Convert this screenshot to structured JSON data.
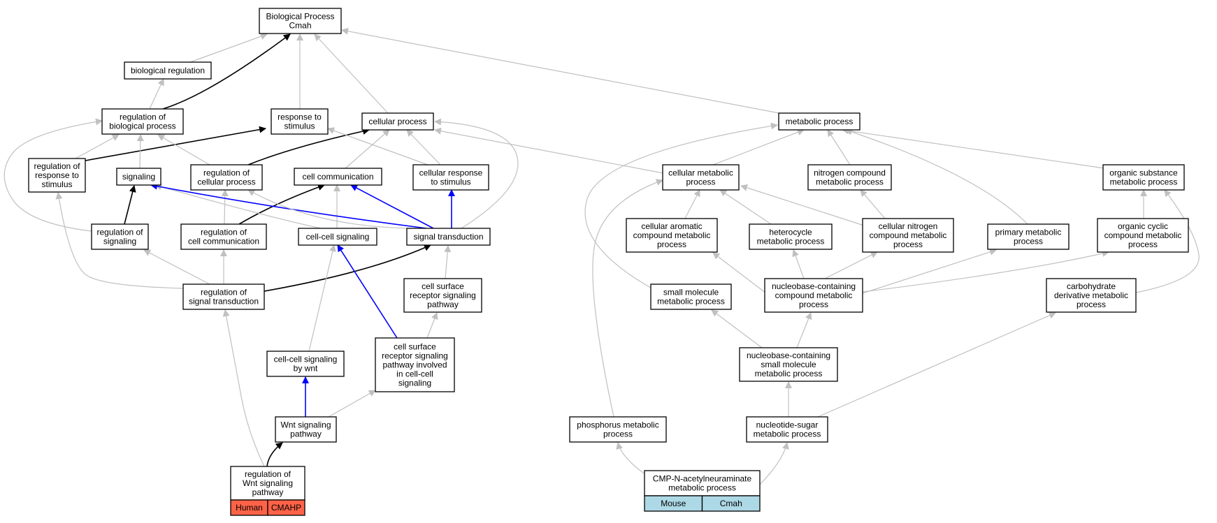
{
  "colors": {
    "gray_edge": "#c0c0c0",
    "black_edge": "#000000",
    "blue_edge": "#0000ff",
    "human_fill": "#ff6347",
    "mouse_fill": "#add8e6",
    "node_fill": "#ffffff",
    "node_border": "#000000"
  },
  "nodes": [
    {
      "id": "bp",
      "lines": [
        "Biological Process",
        "Cmah"
      ]
    },
    {
      "id": "biolreg",
      "lines": [
        "biological regulation"
      ]
    },
    {
      "id": "regbp",
      "lines": [
        "regulation of",
        "biological process"
      ]
    },
    {
      "id": "resp",
      "lines": [
        "response to",
        "stimulus"
      ]
    },
    {
      "id": "cellproc",
      "lines": [
        "cellular process"
      ]
    },
    {
      "id": "metab",
      "lines": [
        "metabolic process"
      ]
    },
    {
      "id": "regresp",
      "lines": [
        "regulation of",
        "response to",
        "stimulus"
      ]
    },
    {
      "id": "signaling",
      "lines": [
        "signaling"
      ]
    },
    {
      "id": "regcp",
      "lines": [
        "regulation of",
        "cellular process"
      ]
    },
    {
      "id": "cellcomm",
      "lines": [
        "cell communication"
      ]
    },
    {
      "id": "cellresp",
      "lines": [
        "cellular response",
        "to stimulus"
      ]
    },
    {
      "id": "cellmet",
      "lines": [
        "cellular metabolic",
        "process"
      ]
    },
    {
      "id": "nitro",
      "lines": [
        "nitrogen compound",
        "metabolic process"
      ]
    },
    {
      "id": "orgsub",
      "lines": [
        "organic substance",
        "metabolic process"
      ]
    },
    {
      "id": "regsig",
      "lines": [
        "regulation of",
        "signaling"
      ]
    },
    {
      "id": "regcc",
      "lines": [
        "regulation of",
        "cell communication"
      ]
    },
    {
      "id": "ccsig",
      "lines": [
        "cell-cell signaling"
      ]
    },
    {
      "id": "sigtrans",
      "lines": [
        "signal transduction"
      ]
    },
    {
      "id": "cellarom",
      "lines": [
        "cellular aromatic",
        "compound metabolic",
        "process"
      ]
    },
    {
      "id": "hetero",
      "lines": [
        "heterocycle",
        "metabolic process"
      ]
    },
    {
      "id": "cellnitro",
      "lines": [
        "cellular nitrogen",
        "compound metabolic",
        "process"
      ]
    },
    {
      "id": "primary",
      "lines": [
        "primary metabolic",
        "process"
      ]
    },
    {
      "id": "orgcyc",
      "lines": [
        "organic cyclic",
        "compound metabolic",
        "process"
      ]
    },
    {
      "id": "regst",
      "lines": [
        "regulation of",
        "signal transduction"
      ]
    },
    {
      "id": "csrsp",
      "lines": [
        "cell surface",
        "receptor signaling",
        "pathway"
      ]
    },
    {
      "id": "smallmol",
      "lines": [
        "small molecule",
        "metabolic process"
      ]
    },
    {
      "id": "nbcomp",
      "lines": [
        "nucleobase-containing",
        "compound metabolic",
        "process"
      ]
    },
    {
      "id": "carbo",
      "lines": [
        "carbohydrate",
        "derivative metabolic",
        "process"
      ]
    },
    {
      "id": "csrsp_cc",
      "lines": [
        "cell surface",
        "receptor signaling",
        "pathway involved",
        "in cell-cell",
        "signaling"
      ]
    },
    {
      "id": "ccwnt",
      "lines": [
        "cell-cell signaling",
        "by wnt"
      ]
    },
    {
      "id": "nbsmall",
      "lines": [
        "nucleobase-containing",
        "small molecule",
        "metabolic process"
      ]
    },
    {
      "id": "wnt",
      "lines": [
        "Wnt signaling",
        "pathway"
      ]
    },
    {
      "id": "phos",
      "lines": [
        "phosphorus metabolic",
        "process"
      ]
    },
    {
      "id": "nucsugar",
      "lines": [
        "nucleotide-sugar",
        "metabolic process"
      ]
    },
    {
      "id": "regwnt",
      "lines": [
        "regulation of",
        "Wnt signaling",
        "pathway"
      ],
      "badges": [
        "Human",
        "CMAHP"
      ],
      "badge_color": "human_fill"
    },
    {
      "id": "cmp",
      "lines": [
        "CMP-N-acetylneuraminate",
        "metabolic process"
      ],
      "badges": [
        "Mouse",
        "Cmah"
      ],
      "badge_color": "mouse_fill"
    }
  ],
  "edges": [
    {
      "from": "biolreg",
      "to": "bp",
      "color": "gray"
    },
    {
      "from": "regbp",
      "to": "biolreg",
      "color": "gray"
    },
    {
      "from": "regbp",
      "to": "bp",
      "color": "black"
    },
    {
      "from": "resp",
      "to": "bp",
      "color": "gray"
    },
    {
      "from": "cellproc",
      "to": "bp",
      "color": "gray"
    },
    {
      "from": "metab",
      "to": "bp",
      "color": "gray"
    },
    {
      "from": "regresp",
      "to": "regbp",
      "color": "gray"
    },
    {
      "from": "regresp",
      "to": "resp",
      "color": "black"
    },
    {
      "from": "signaling",
      "to": "regbp",
      "color": "gray"
    },
    {
      "from": "regcp",
      "to": "regbp",
      "color": "gray"
    },
    {
      "from": "regcp",
      "to": "cellproc",
      "color": "black"
    },
    {
      "from": "cellcomm",
      "to": "cellproc",
      "color": "gray"
    },
    {
      "from": "cellresp",
      "to": "cellproc",
      "color": "gray"
    },
    {
      "from": "cellresp",
      "to": "resp",
      "color": "gray"
    },
    {
      "from": "cellmet",
      "to": "cellproc",
      "color": "gray"
    },
    {
      "from": "cellmet",
      "to": "metab",
      "color": "gray"
    },
    {
      "from": "nitro",
      "to": "metab",
      "color": "gray"
    },
    {
      "from": "orgsub",
      "to": "metab",
      "color": "gray"
    },
    {
      "from": "primary",
      "to": "metab",
      "color": "gray"
    },
    {
      "from": "smallmol",
      "to": "metab",
      "color": "gray"
    },
    {
      "from": "regsig",
      "to": "signaling",
      "color": "black"
    },
    {
      "from": "regsig",
      "to": "regbp",
      "color": "gray"
    },
    {
      "from": "regcc",
      "to": "regcp",
      "color": "gray"
    },
    {
      "from": "regcc",
      "to": "cellcomm",
      "color": "black"
    },
    {
      "from": "ccsig",
      "to": "cellcomm",
      "color": "gray"
    },
    {
      "from": "ccsig",
      "to": "signaling",
      "color": "gray"
    },
    {
      "from": "sigtrans",
      "to": "cellcomm",
      "color": "blue"
    },
    {
      "from": "sigtrans",
      "to": "cellresp",
      "color": "blue"
    },
    {
      "from": "sigtrans",
      "to": "signaling",
      "color": "blue"
    },
    {
      "from": "sigtrans",
      "to": "regcp",
      "color": "gray"
    },
    {
      "from": "sigtrans",
      "to": "cellproc",
      "color": "gray"
    },
    {
      "from": "cellarom",
      "to": "cellmet",
      "color": "gray"
    },
    {
      "from": "hetero",
      "to": "cellmet",
      "color": "gray"
    },
    {
      "from": "cellnitro",
      "to": "cellmet",
      "color": "gray"
    },
    {
      "from": "cellnitro",
      "to": "nitro",
      "color": "gray"
    },
    {
      "from": "orgcyc",
      "to": "orgsub",
      "color": "gray"
    },
    {
      "from": "carbo",
      "to": "orgsub",
      "color": "gray"
    },
    {
      "from": "regst",
      "to": "regsig",
      "color": "gray"
    },
    {
      "from": "regst",
      "to": "regcc",
      "color": "gray"
    },
    {
      "from": "regst",
      "to": "regresp",
      "color": "gray"
    },
    {
      "from": "regst",
      "to": "sigtrans",
      "color": "black"
    },
    {
      "from": "csrsp",
      "to": "sigtrans",
      "color": "gray"
    },
    {
      "from": "nbcomp",
      "to": "cellarom",
      "color": "gray"
    },
    {
      "from": "nbcomp",
      "to": "hetero",
      "color": "gray"
    },
    {
      "from": "nbcomp",
      "to": "cellnitro",
      "color": "gray"
    },
    {
      "from": "nbcomp",
      "to": "primary",
      "color": "gray"
    },
    {
      "from": "nbcomp",
      "to": "orgcyc",
      "color": "gray"
    },
    {
      "from": "csrsp_cc",
      "to": "csrsp",
      "color": "gray"
    },
    {
      "from": "csrsp_cc",
      "to": "ccsig",
      "color": "blue"
    },
    {
      "from": "ccwnt",
      "to": "ccsig",
      "color": "gray"
    },
    {
      "from": "nbsmall",
      "to": "smallmol",
      "color": "gray"
    },
    {
      "from": "nbsmall",
      "to": "nbcomp",
      "color": "gray"
    },
    {
      "from": "wnt",
      "to": "ccwnt",
      "color": "blue"
    },
    {
      "from": "wnt",
      "to": "csrsp_cc",
      "color": "gray"
    },
    {
      "from": "phos",
      "to": "cellmet",
      "color": "gray"
    },
    {
      "from": "nucsugar",
      "to": "nbsmall",
      "color": "gray"
    },
    {
      "from": "nucsugar",
      "to": "carbo",
      "color": "gray"
    },
    {
      "from": "regwnt",
      "to": "wnt",
      "color": "black"
    },
    {
      "from": "regwnt",
      "to": "regst",
      "color": "gray"
    },
    {
      "from": "cmp",
      "to": "phos",
      "color": "gray"
    },
    {
      "from": "cmp",
      "to": "nucsugar",
      "color": "gray"
    }
  ]
}
